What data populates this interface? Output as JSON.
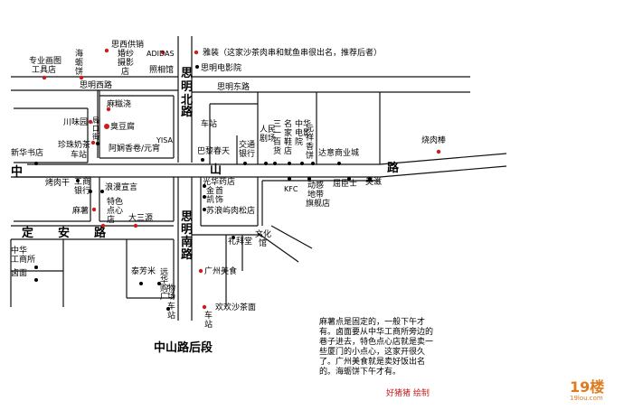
{
  "map": {
    "section_title": "中山路后段",
    "author": "好猪猪 绘制",
    "note": "麻薯点是固定的，一般下午才有。卤面要从中华工商所旁边的巷子进去，特色点心店就是卖一些厦门的小点心，这家开很久了。广州美食就是卖好饭出名的。海蛎饼下午才有。",
    "logo_main": "19楼",
    "logo_sub": "19lou.com",
    "road_labels": {
      "siming_west": "思明西路",
      "siming_east": "思明东路",
      "siming_north_1": "思",
      "siming_north_2": "明",
      "siming_north_3": "北",
      "siming_north_4": "路",
      "zhongshan_1": "中",
      "zhongshan_2": "山",
      "zhongshan_3": "路",
      "dingan_1": "定",
      "dingan_2": "安",
      "dingan_3": "路",
      "siming_south_1": "思",
      "siming_south_2": "明",
      "siming_south_3": "南",
      "siming_south_4": "路"
    },
    "places": {
      "zhuanye_1": "专业画图",
      "zhuanye_2": "工具店",
      "haili_1": "海",
      "haili_2": "蛎",
      "haili_3": "饼",
      "sixi_1": "思西供销",
      "sixi_2": "婚纱",
      "sixi_3": "摄影",
      "sixi_4": "店",
      "adidas": "ADIDAS",
      "zhaoxiang": "照相馆",
      "yazhuang": "雅装（这家沙茶肉串和鱿鱼串很出名，推荐后者）",
      "dianying": "思明电影院",
      "malaoci": "麻糍浇",
      "choudoufu": "臭豆腐",
      "chuanwei": "川味园",
      "shinei_1": "局",
      "shinei_2": "口",
      "shinei_3": "街",
      "chezhan_1": "车站",
      "yisa": "YISA",
      "axiang": "阿娴香卷/元宵",
      "xinhua": "新华书店",
      "zhenzhu_1": "珍珠奶茶",
      "zhenzhu_2": "车站",
      "bali": "巴黎春天",
      "jiaotong_1": "交通",
      "jiaotong_2": "银行",
      "renmin_1": "人民",
      "renmin_2": "剧场",
      "sanyi_1": "三",
      "sanyi_2": "一",
      "sanyi_3": "百",
      "sanyi_4": "货",
      "mingjia_1": "名",
      "mingjia_2": "家",
      "mingjia_3": "鞋",
      "mingjia_4": "店",
      "zhonghua_1": "中华",
      "zhonghua_2": "电影",
      "zhonghua_3": "院",
      "yuanxiang_1": "元",
      "yuanxiang_2": "祥",
      "yuanxiang_3": "香",
      "yuanxiang_4": "饼",
      "dayang": "达意商业城",
      "shaoroubang": "烧肉棒",
      "kaorou": "烤肉干",
      "gongshang_1": "工商",
      "gongshang_2": "银行",
      "langman": "浪漫宣言",
      "mashu": "麻薯",
      "tese_1": "特色",
      "tese_2": "点心",
      "tese_3": "店",
      "dasan": "大三源",
      "guanghua": "光华药店",
      "jinkai_1": "金",
      "jinkai_2": "凯",
      "jinkai_3": "首",
      "jinkai_4": "饰",
      "sulang": "苏浪屿肉松店",
      "kfc": "KFC",
      "dongwei_1": "动感",
      "dongwei_2": "地带",
      "dongwei_3": "旗舰店",
      "qushi": "屈臣士",
      "meizhi": "美滋",
      "libai": "礼拜堂",
      "wenhua_1": "文化",
      "wenhua_2": "馆",
      "zhonghua_gs_1": "中华",
      "zhonghua_gs_2": "工商所",
      "lumian": "卤面",
      "guangzhou": "广州美食",
      "jiyuan": "泰芳米",
      "yuanzi_1": "远",
      "yuanzi_2": "华",
      "yuanzi_3": "购",
      "yuanzi_4": "物",
      "yuanzi_5": "广",
      "yuanzi_6": "场",
      "chezhan2_1": "车",
      "chezhan2_2": "站",
      "chezhan3_1": "车",
      "chezhan3_2": "站",
      "huanhuan": "欢欢沙茶面"
    }
  }
}
